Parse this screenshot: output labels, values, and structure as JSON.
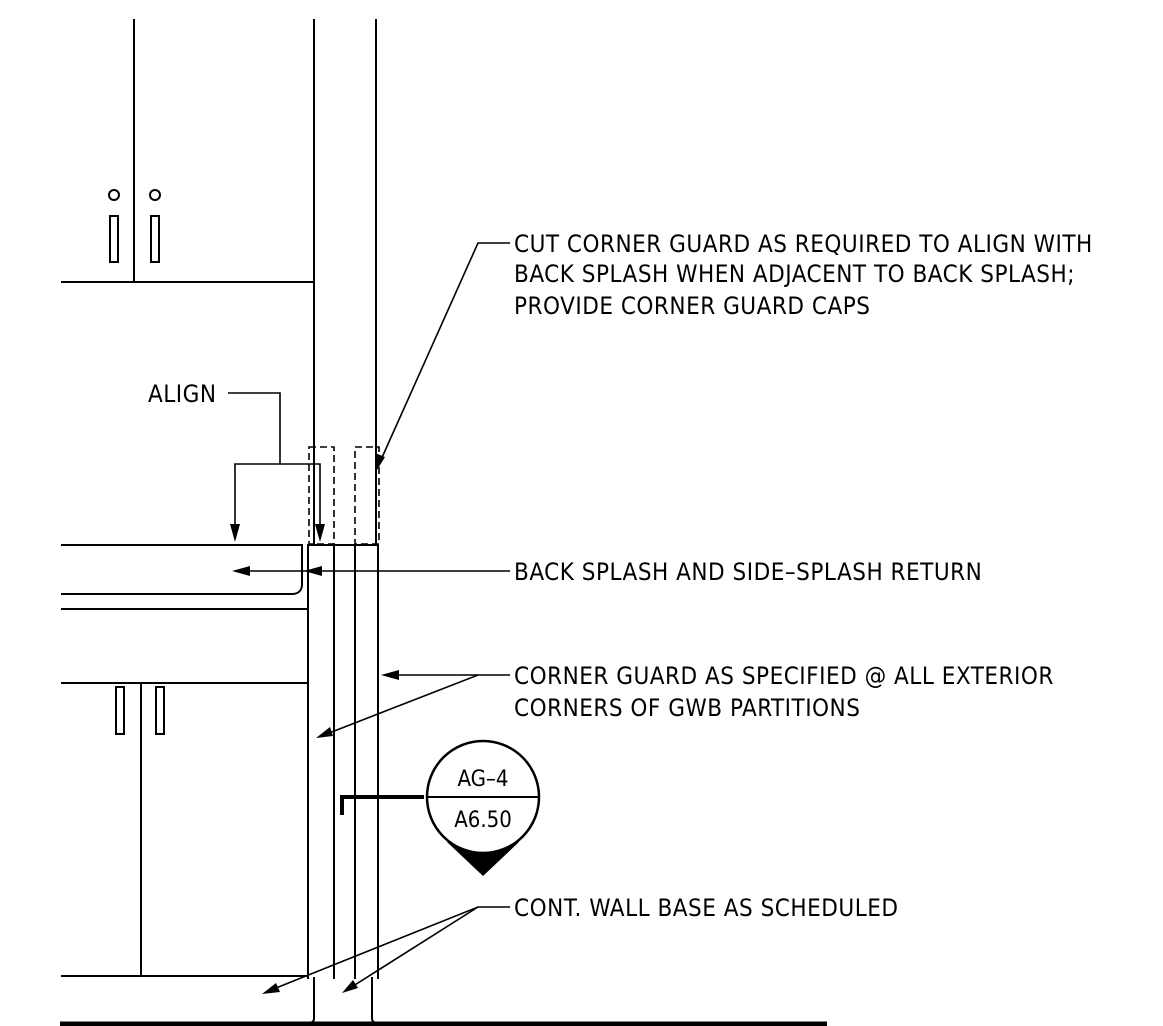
{
  "notes": {
    "corner_guard_cut_line1": "CUT CORNER GUARD AS REQUIRED TO ALIGN WITH",
    "corner_guard_cut_line2": "BACK SPLASH WHEN ADJACENT TO BACK SPLASH;",
    "corner_guard_cut_line3": "PROVIDE CORNER GUARD CAPS",
    "align": "ALIGN",
    "back_splash": "BACK SPLASH AND SIDE–SPLASH RETURN",
    "corner_guard_line1": "CORNER GUARD AS SPECIFIED @ ALL EXTERIOR",
    "corner_guard_line2": "CORNERS OF GWB PARTITIONS",
    "wall_base": "CONT. WALL BASE AS SCHEDULED"
  },
  "detail_tag": {
    "detail": "AG–4",
    "sheet": "A6.50"
  }
}
